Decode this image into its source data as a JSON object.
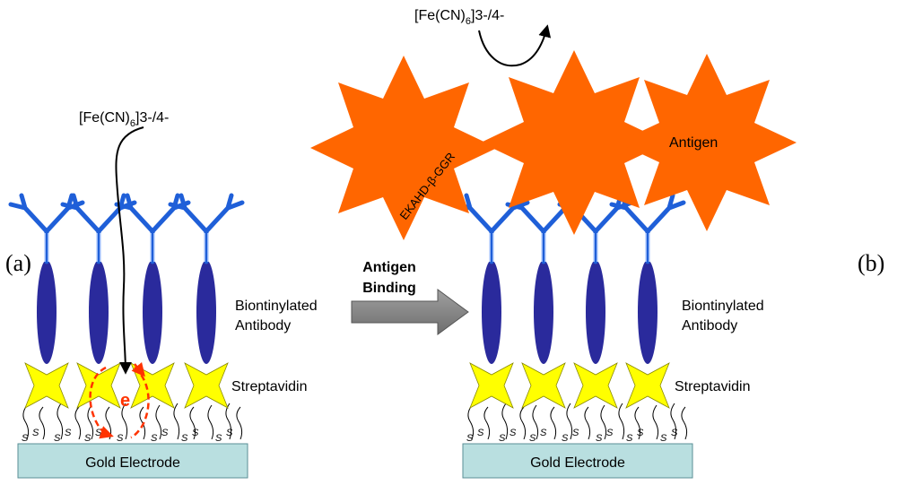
{
  "panel_a": {
    "label": "(a)",
    "redox_formula": "[Fe(CN)",
    "redox_subscript": "6",
    "redox_charge": "]3-/4-",
    "electron": "e",
    "antibody_label_line1": "Biontinylated",
    "antibody_label_line2": "Antibody",
    "streptavidin_label": "Streptavidin",
    "electrode_label": "Gold Electrode",
    "sulfur": "S"
  },
  "transition": {
    "line1": "Antigen",
    "line2": "Binding"
  },
  "panel_b": {
    "label": "(b)",
    "redox_formula": "[Fe(CN)",
    "redox_subscript": "6",
    "redox_charge": "]3-/4-",
    "peptide_label": "EKAHD-β-GGR",
    "antigen_label": "Antigen",
    "antibody_label_line1": "Biontinylated",
    "antibody_label_line2": "Antibody",
    "streptavidin_label": "Streptavidin",
    "electrode_label": "Gold Electrode",
    "sulfur": "S"
  },
  "colors": {
    "antibody_blue": "#1f5fd8",
    "antibody_stem": "#2a2a9c",
    "streptavidin": "#ffff00",
    "antigen": "#ff6600",
    "electrode": "#b9dfe0",
    "electron_path": "#ff3300",
    "arrow": "#808080"
  }
}
